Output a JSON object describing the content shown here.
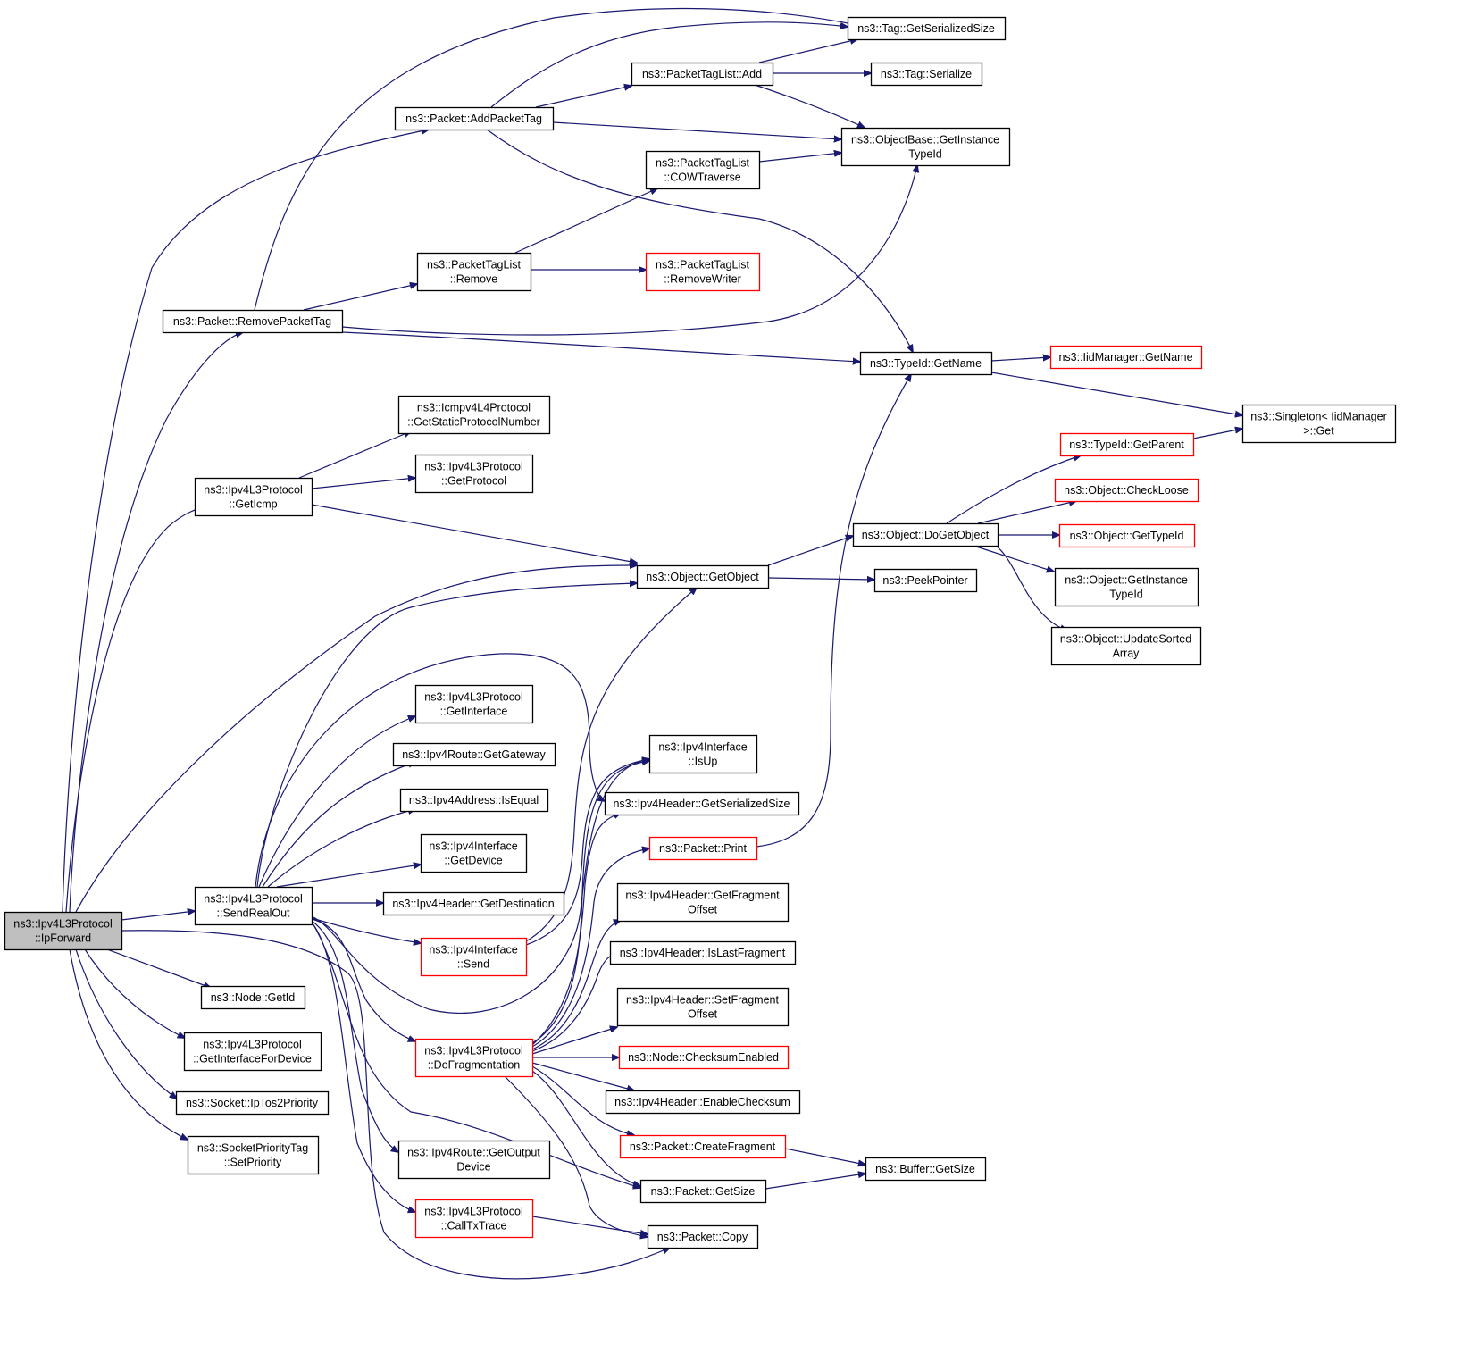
{
  "nodes": [
    {
      "id": "root",
      "lines": [
        "ns3::Ipv4L3Protocol",
        "::IpForward"
      ],
      "style": "root"
    },
    {
      "id": "removePacketTag",
      "lines": [
        "ns3::Packet::RemovePacketTag"
      ],
      "style": "normal"
    },
    {
      "id": "getIcmp",
      "lines": [
        "ns3::Ipv4L3Protocol",
        "::GetIcmp"
      ],
      "style": "normal"
    },
    {
      "id": "sendRealOut",
      "lines": [
        "ns3::Ipv4L3Protocol",
        "::SendRealOut"
      ],
      "style": "normal"
    },
    {
      "id": "nodeGetId",
      "lines": [
        "ns3::Node::GetId"
      ],
      "style": "normal"
    },
    {
      "id": "getInterfaceForDevice",
      "lines": [
        "ns3::Ipv4L3Protocol",
        "::GetInterfaceForDevice"
      ],
      "style": "normal"
    },
    {
      "id": "ipTos2Priority",
      "lines": [
        "ns3::Socket::IpTos2Priority"
      ],
      "style": "normal"
    },
    {
      "id": "setPriority",
      "lines": [
        "ns3::SocketPriorityTag",
        "::SetPriority"
      ],
      "style": "normal"
    },
    {
      "id": "addPacketTag",
      "lines": [
        "ns3::Packet::AddPacketTag"
      ],
      "style": "normal"
    },
    {
      "id": "tagListRemove",
      "lines": [
        "ns3::PacketTagList",
        "::Remove"
      ],
      "style": "normal"
    },
    {
      "id": "icmpGetStatic",
      "lines": [
        "ns3::Icmpv4L4Protocol",
        "::GetStaticProtocolNumber"
      ],
      "style": "normal"
    },
    {
      "id": "getProtocol",
      "lines": [
        "ns3::Ipv4L3Protocol",
        "::GetProtocol"
      ],
      "style": "normal"
    },
    {
      "id": "getInterface",
      "lines": [
        "ns3::Ipv4L3Protocol",
        "::GetInterface"
      ],
      "style": "normal"
    },
    {
      "id": "getGateway",
      "lines": [
        "ns3::Ipv4Route::GetGateway"
      ],
      "style": "normal"
    },
    {
      "id": "isEqual",
      "lines": [
        "ns3::Ipv4Address::IsEqual"
      ],
      "style": "normal"
    },
    {
      "id": "ifGetDevice",
      "lines": [
        "ns3::Ipv4Interface",
        "::GetDevice"
      ],
      "style": "normal"
    },
    {
      "id": "getDestination",
      "lines": [
        "ns3::Ipv4Header::GetDestination"
      ],
      "style": "normal"
    },
    {
      "id": "ifSend",
      "lines": [
        "ns3::Ipv4Interface",
        "::Send"
      ],
      "style": "red"
    },
    {
      "id": "doFragmentation",
      "lines": [
        "ns3::Ipv4L3Protocol",
        "::DoFragmentation"
      ],
      "style": "red"
    },
    {
      "id": "getOutputDevice",
      "lines": [
        "ns3::Ipv4Route::GetOutput",
        "Device"
      ],
      "style": "normal"
    },
    {
      "id": "callTxTrace",
      "lines": [
        "ns3::Ipv4L3Protocol",
        "::CallTxTrace"
      ],
      "style": "red"
    },
    {
      "id": "tagListAdd",
      "lines": [
        "ns3::PacketTagList::Add"
      ],
      "style": "normal"
    },
    {
      "id": "cowTraverse",
      "lines": [
        "ns3::PacketTagList",
        "::COWTraverse"
      ],
      "style": "normal"
    },
    {
      "id": "removeWriter",
      "lines": [
        "ns3::PacketTagList",
        "::RemoveWriter"
      ],
      "style": "red"
    },
    {
      "id": "getObject",
      "lines": [
        "ns3::Object::GetObject"
      ],
      "style": "normal"
    },
    {
      "id": "isUp",
      "lines": [
        "ns3::Ipv4Interface",
        "::IsUp"
      ],
      "style": "normal"
    },
    {
      "id": "hdrGetSerializedSize",
      "lines": [
        "ns3::Ipv4Header::GetSerializedSize"
      ],
      "style": "normal"
    },
    {
      "id": "packetPrint",
      "lines": [
        "ns3::Packet::Print"
      ],
      "style": "red"
    },
    {
      "id": "getFragmentOffset",
      "lines": [
        "ns3::Ipv4Header::GetFragment",
        "Offset"
      ],
      "style": "normal"
    },
    {
      "id": "isLastFragment",
      "lines": [
        "ns3::Ipv4Header::IsLastFragment"
      ],
      "style": "normal"
    },
    {
      "id": "setFragmentOffset",
      "lines": [
        "ns3::Ipv4Header::SetFragment",
        "Offset"
      ],
      "style": "normal"
    },
    {
      "id": "checksumEnabled",
      "lines": [
        "ns3::Node::ChecksumEnabled"
      ],
      "style": "red"
    },
    {
      "id": "enableChecksum",
      "lines": [
        "ns3::Ipv4Header::EnableChecksum"
      ],
      "style": "normal"
    },
    {
      "id": "createFragment",
      "lines": [
        "ns3::Packet::CreateFragment"
      ],
      "style": "red"
    },
    {
      "id": "packetGetSize",
      "lines": [
        "ns3::Packet::GetSize"
      ],
      "style": "normal"
    },
    {
      "id": "packetCopy",
      "lines": [
        "ns3::Packet::Copy"
      ],
      "style": "normal"
    },
    {
      "id": "tagGetSerializedSize",
      "lines": [
        "ns3::Tag::GetSerializedSize"
      ],
      "style": "normal"
    },
    {
      "id": "tagSerialize",
      "lines": [
        "ns3::Tag::Serialize"
      ],
      "style": "normal"
    },
    {
      "id": "getInstanceTypeIdBase",
      "lines": [
        "ns3::ObjectBase::GetInstance",
        "TypeId"
      ],
      "style": "normal"
    },
    {
      "id": "typeIdGetName",
      "lines": [
        "ns3::TypeId::GetName"
      ],
      "style": "normal"
    },
    {
      "id": "doGetObject",
      "lines": [
        "ns3::Object::DoGetObject"
      ],
      "style": "normal"
    },
    {
      "id": "peekPointer",
      "lines": [
        "ns3::PeekPointer"
      ],
      "style": "normal"
    },
    {
      "id": "bufferGetSize",
      "lines": [
        "ns3::Buffer::GetSize"
      ],
      "style": "normal"
    },
    {
      "id": "iidManagerGetName",
      "lines": [
        "ns3::IidManager::GetName"
      ],
      "style": "red"
    },
    {
      "id": "typeIdGetParent",
      "lines": [
        "ns3::TypeId::GetParent"
      ],
      "style": "red"
    },
    {
      "id": "checkLoose",
      "lines": [
        "ns3::Object::CheckLoose"
      ],
      "style": "red"
    },
    {
      "id": "objGetTypeId",
      "lines": [
        "ns3::Object::GetTypeId"
      ],
      "style": "red"
    },
    {
      "id": "objGetInstanceTypeId",
      "lines": [
        "ns3::Object::GetInstance",
        "TypeId"
      ],
      "style": "normal"
    },
    {
      "id": "updateSortedArray",
      "lines": [
        "ns3::Object::UpdateSorted",
        "Array"
      ],
      "style": "normal"
    },
    {
      "id": "singletonGet",
      "lines": [
        "ns3::Singleton< IidManager",
        ">::Get"
      ],
      "style": "normal"
    }
  ],
  "edges": [
    [
      "root",
      "removePacketTag"
    ],
    [
      "root",
      "getIcmp"
    ],
    [
      "root",
      "sendRealOut"
    ],
    [
      "root",
      "nodeGetId"
    ],
    [
      "root",
      "getInterfaceForDevice"
    ],
    [
      "root",
      "ipTos2Priority"
    ],
    [
      "root",
      "setPriority"
    ],
    [
      "root",
      "addPacketTag"
    ],
    [
      "root",
      "getObject"
    ],
    [
      "root",
      "packetCopy"
    ],
    [
      "removePacketTag",
      "tagListRemove"
    ],
    [
      "removePacketTag",
      "tagGetSerializedSize"
    ],
    [
      "removePacketTag",
      "getInstanceTypeIdBase"
    ],
    [
      "removePacketTag",
      "typeIdGetName"
    ],
    [
      "getIcmp",
      "icmpGetStatic"
    ],
    [
      "getIcmp",
      "getProtocol"
    ],
    [
      "getIcmp",
      "getObject"
    ],
    [
      "sendRealOut",
      "getObject"
    ],
    [
      "sendRealOut",
      "getInterface"
    ],
    [
      "sendRealOut",
      "getGateway"
    ],
    [
      "sendRealOut",
      "isEqual"
    ],
    [
      "sendRealOut",
      "ifGetDevice"
    ],
    [
      "sendRealOut",
      "getDestination"
    ],
    [
      "sendRealOut",
      "ifSend"
    ],
    [
      "sendRealOut",
      "doFragmentation"
    ],
    [
      "sendRealOut",
      "getOutputDevice"
    ],
    [
      "sendRealOut",
      "callTxTrace"
    ],
    [
      "sendRealOut",
      "hdrGetSerializedSize"
    ],
    [
      "sendRealOut",
      "isUp"
    ],
    [
      "sendRealOut",
      "packetGetSize"
    ],
    [
      "addPacketTag",
      "tagListAdd"
    ],
    [
      "addPacketTag",
      "tagGetSerializedSize"
    ],
    [
      "addPacketTag",
      "getInstanceTypeIdBase"
    ],
    [
      "addPacketTag",
      "typeIdGetName"
    ],
    [
      "tagListRemove",
      "cowTraverse"
    ],
    [
      "tagListRemove",
      "removeWriter"
    ],
    [
      "tagListAdd",
      "tagGetSerializedSize"
    ],
    [
      "tagListAdd",
      "tagSerialize"
    ],
    [
      "tagListAdd",
      "getInstanceTypeIdBase"
    ],
    [
      "cowTraverse",
      "getInstanceTypeIdBase"
    ],
    [
      "getObject",
      "doGetObject"
    ],
    [
      "getObject",
      "peekPointer"
    ],
    [
      "ifSend",
      "isUp"
    ],
    [
      "ifSend",
      "getObject"
    ],
    [
      "doFragmentation",
      "isUp"
    ],
    [
      "doFragmentation",
      "hdrGetSerializedSize"
    ],
    [
      "doFragmentation",
      "packetPrint"
    ],
    [
      "doFragmentation",
      "getFragmentOffset"
    ],
    [
      "doFragmentation",
      "isLastFragment"
    ],
    [
      "doFragmentation",
      "setFragmentOffset"
    ],
    [
      "doFragmentation",
      "checksumEnabled"
    ],
    [
      "doFragmentation",
      "enableChecksum"
    ],
    [
      "doFragmentation",
      "createFragment"
    ],
    [
      "doFragmentation",
      "packetGetSize"
    ],
    [
      "doFragmentation",
      "packetCopy"
    ],
    [
      "callTxTrace",
      "packetCopy"
    ],
    [
      "packetPrint",
      "typeIdGetName"
    ],
    [
      "createFragment",
      "bufferGetSize"
    ],
    [
      "packetGetSize",
      "bufferGetSize"
    ],
    [
      "typeIdGetName",
      "iidManagerGetName"
    ],
    [
      "typeIdGetName",
      "singletonGet"
    ],
    [
      "doGetObject",
      "typeIdGetParent"
    ],
    [
      "doGetObject",
      "checkLoose"
    ],
    [
      "doGetObject",
      "objGetTypeId"
    ],
    [
      "doGetObject",
      "objGetInstanceTypeId"
    ],
    [
      "doGetObject",
      "updateSortedArray"
    ],
    [
      "typeIdGetParent",
      "singletonGet"
    ]
  ]
}
